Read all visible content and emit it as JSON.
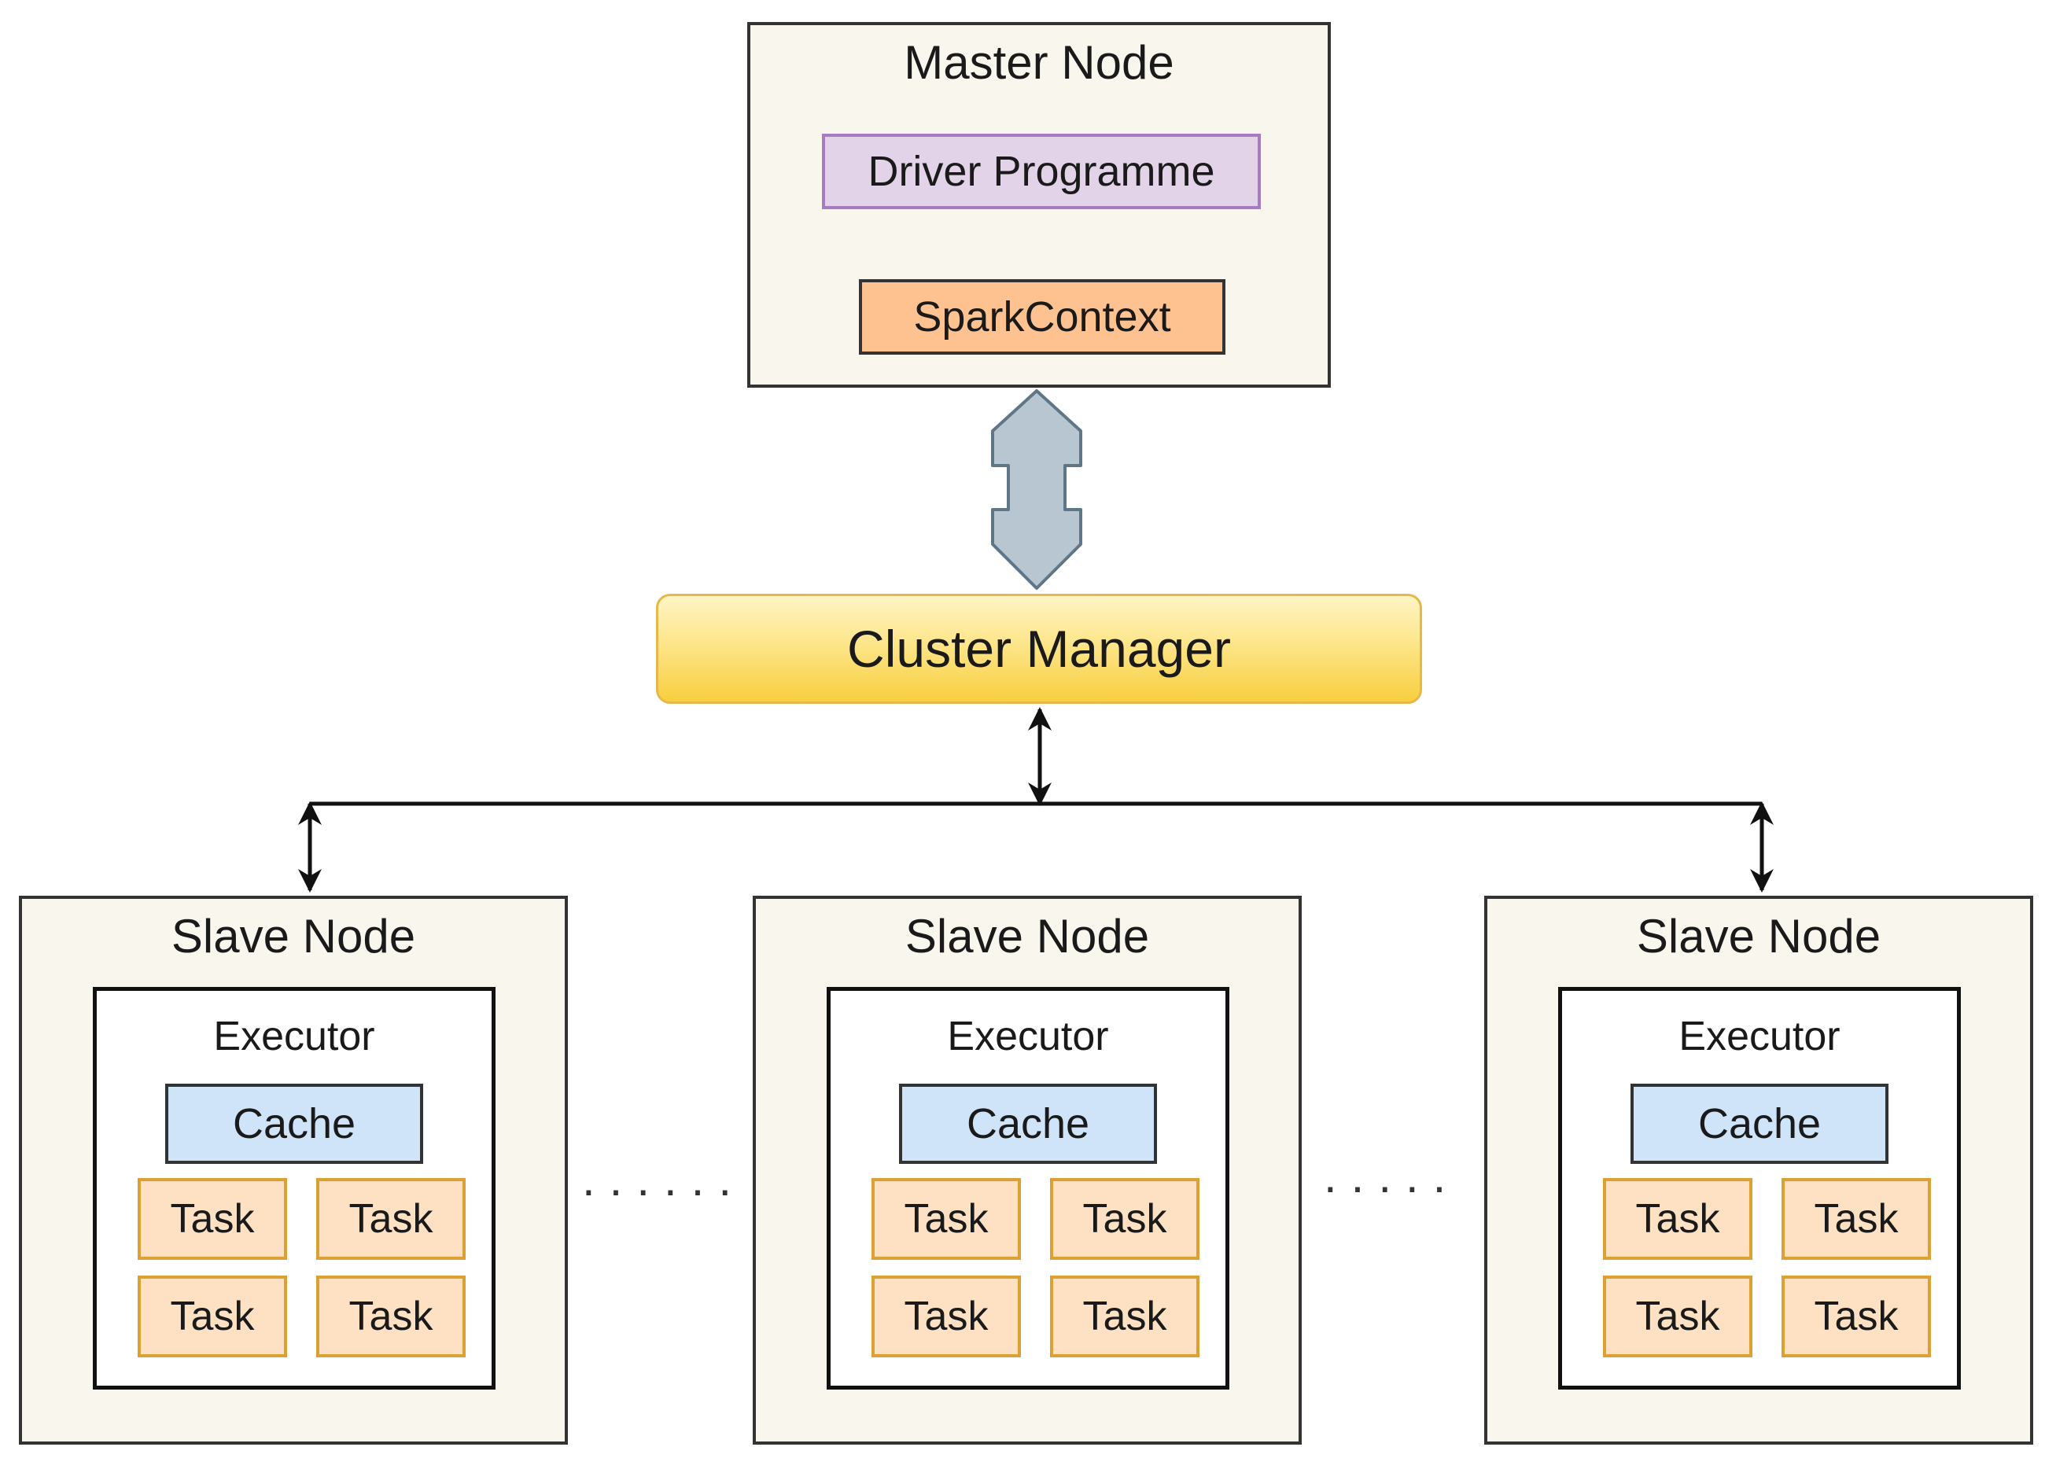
{
  "master": {
    "title": "Master Node",
    "driver": "Driver Programme",
    "context": "SparkContext"
  },
  "cluster_manager": {
    "label": "Cluster Manager"
  },
  "slaves": [
    {
      "title": "Slave Node",
      "executor": "Executor",
      "cache": "Cache",
      "tasks": [
        "Task",
        "Task",
        "Task",
        "Task"
      ]
    },
    {
      "title": "Slave Node",
      "executor": "Executor",
      "cache": "Cache",
      "tasks": [
        "Task",
        "Task",
        "Task",
        "Task"
      ]
    },
    {
      "title": "Slave Node",
      "executor": "Executor",
      "cache": "Cache",
      "tasks": [
        "Task",
        "Task",
        "Task",
        "Task"
      ]
    }
  ],
  "ellipsis": [
    "......",
    "....."
  ],
  "colors": {
    "node_fill": "#f9f6ee",
    "driver_fill": "#e3d3e9",
    "driver_border": "#a77bbf",
    "context_fill": "#fdc28f",
    "cluster_fill": "#f8cf3e",
    "cache_fill": "#cfe3f9",
    "task_fill": "#fde1c2",
    "task_border": "#dca033",
    "double_arrow_fill": "#b8c6d1"
  }
}
